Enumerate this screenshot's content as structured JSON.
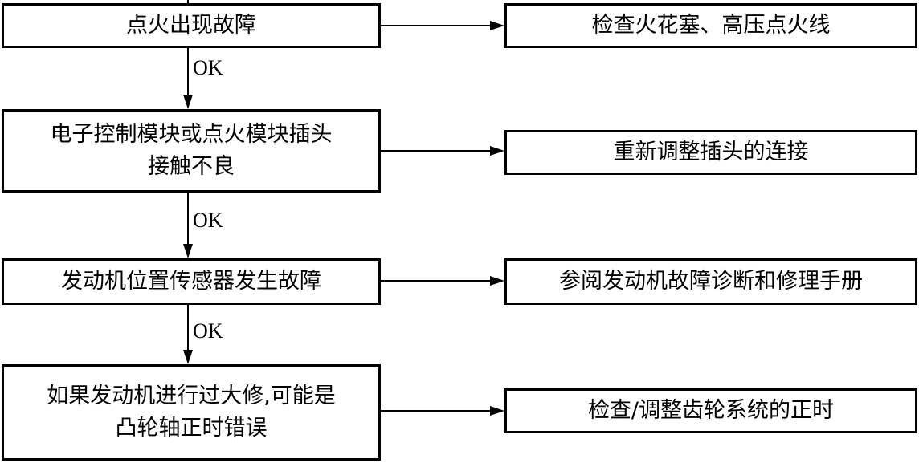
{
  "steps": [
    {
      "fault": "点火出现故障",
      "action": "检查火花塞、高压点火线",
      "connector": "OK"
    },
    {
      "fault": "电子控制模块或点火模块插头\n接触不良",
      "action": "重新调整插头的连接",
      "connector": "OK"
    },
    {
      "fault": "发动机位置传感器发生故障",
      "action": "参阅发动机故障诊断和修理手册",
      "connector": "OK"
    },
    {
      "fault": "如果发动机进行过大修,可能是\n凸轮轴正时错误",
      "action": "检查/调整齿轮系统的正时"
    }
  ]
}
